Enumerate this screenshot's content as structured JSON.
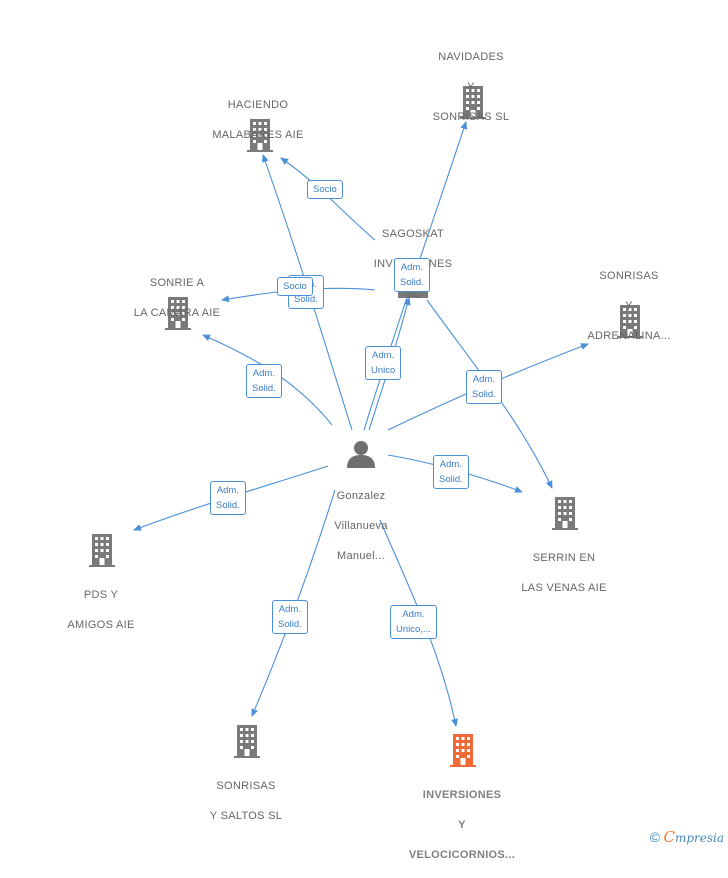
{
  "colors": {
    "edge": "#4a90d9",
    "building_default": "#7a7a7a",
    "building_focus": "#f06a35",
    "label_text": "#666666",
    "edge_label_text": "#3a7cc8"
  },
  "nodes": {
    "navidades": {
      "label": [
        "NAVIDADES",
        "Y",
        "SONRISAS SL"
      ],
      "icon": "building-icon"
    },
    "haciendo": {
      "label": [
        "HACIENDO",
        "MALABARES AIE"
      ],
      "icon": "building-icon"
    },
    "sagoskat": {
      "label": [
        "SAGOSKAT",
        "INVERSIONES",
        "SL"
      ],
      "icon": "building-icon"
    },
    "sonrie": {
      "label": [
        "SONRIE A",
        "LA CAMARA AIE"
      ],
      "icon": "building-icon"
    },
    "adrenalina": {
      "label": [
        "SONRISAS",
        "Y",
        "ADRENALINA..."
      ],
      "icon": "building-icon"
    },
    "person": {
      "label": [
        "Gonzalez",
        "Villanueva",
        "Manuel..."
      ],
      "icon": "person-icon"
    },
    "serrin": {
      "label": [
        "SERRIN EN",
        "LAS VENAS AIE"
      ],
      "icon": "building-icon"
    },
    "pds": {
      "label": [
        "PDS Y",
        "AMIGOS AIE"
      ],
      "icon": "building-icon"
    },
    "saltos": {
      "label": [
        "SONRISAS",
        "Y SALTOS SL"
      ],
      "icon": "building-icon"
    },
    "velocicornios": {
      "label": [
        "INVERSIONES",
        "Y",
        "VELOCICORNIOS..."
      ],
      "icon": "building-icon"
    }
  },
  "edge_labels": {
    "socio_haciendo": [
      "Socio"
    ],
    "socio_sonrie": [
      "Socio"
    ],
    "adm_solid_haciendo": [
      "Adm.",
      "Solid."
    ],
    "adm_solid_sagoskat": [
      "Adm.",
      "Solid."
    ],
    "adm_unico": [
      "Adm.",
      "Unico"
    ],
    "adm_solid_sonrie": [
      "Adm.",
      "Solid."
    ],
    "adm_solid_adrenalina": [
      "Adm.",
      "Solid."
    ],
    "adm_solid_serrin": [
      "Adm.",
      "Solid."
    ],
    "adm_solid_pds": [
      "Adm.",
      "Solid."
    ],
    "adm_solid_saltos": [
      "Adm.",
      "Solid."
    ],
    "adm_unico_velo": [
      "Adm.",
      "Unico,..."
    ]
  },
  "footer": {
    "copyright": "©",
    "brand_initial": "C",
    "brand_rest": "mpresia"
  }
}
